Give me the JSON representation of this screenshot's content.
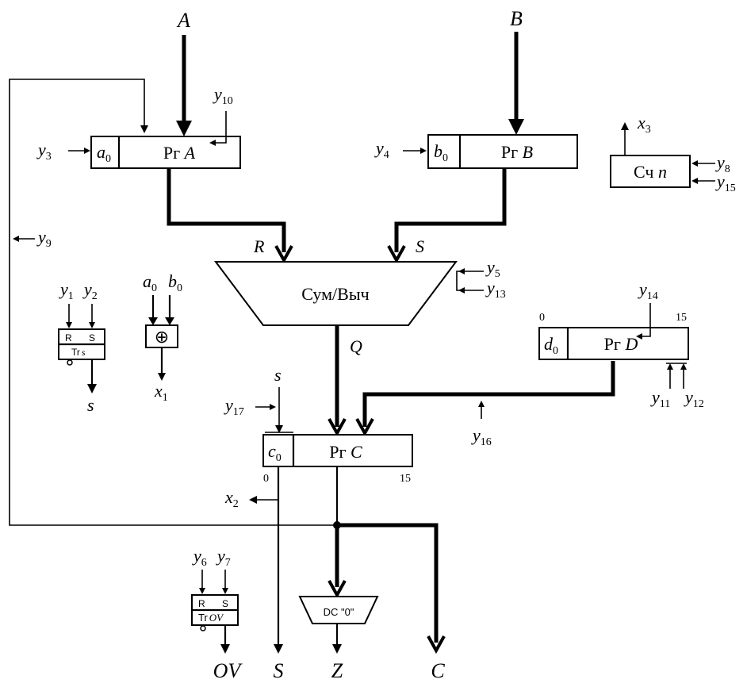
{
  "inputs": {
    "a": "A",
    "b": "B"
  },
  "registers": {
    "a": {
      "label": "Рг",
      "name": "A",
      "bit": "a",
      "bit_sub": "0"
    },
    "b": {
      "label": "Рг",
      "name": "B",
      "bit": "b",
      "bit_sub": "0"
    },
    "c": {
      "label": "Рг",
      "name": "C",
      "bit": "c",
      "bit_sub": "0",
      "lo": "0",
      "hi": "15"
    },
    "d": {
      "label": "Рг",
      "name": "D",
      "bit": "d",
      "bit_sub": "0",
      "lo": "0",
      "hi": "15"
    }
  },
  "counter": {
    "label": "Сч",
    "name": "n"
  },
  "alu": {
    "label": "Сум/Выч",
    "in_left": "R",
    "in_right": "S",
    "out": "Q"
  },
  "decoder": {
    "label": "DC \"0\""
  },
  "xor": {
    "symbol": "⊕",
    "in1": "a",
    "in1_sub": "0",
    "in2": "b",
    "in2_sub": "0",
    "out": "x",
    "out_sub": "1"
  },
  "trigger_s": {
    "r": "R",
    "s": "S",
    "label": "Tr",
    "name": "s",
    "in1": "y",
    "in1_sub": "1",
    "in2": "y",
    "in2_sub": "2",
    "out": "s"
  },
  "trigger_ov": {
    "r": "R",
    "s": "S",
    "label": "Tr",
    "name": "OV",
    "in1": "y",
    "in1_sub": "6",
    "in2": "y",
    "in2_sub": "7",
    "out": "OV"
  },
  "signals": {
    "y3": "3",
    "y4": "4",
    "y5": "5",
    "y8": "8",
    "y9": "9",
    "y10": "10",
    "y11": "11",
    "y12": "12",
    "y13": "13",
    "y14": "14",
    "y15": "15",
    "y16": "16",
    "y17": "17",
    "y_base": "y",
    "x2": "2",
    "x3": "3",
    "x_base": "x",
    "s_in": "s"
  },
  "outputs": {
    "ov": "OV",
    "s": "S",
    "z": "Z",
    "c": "C"
  }
}
